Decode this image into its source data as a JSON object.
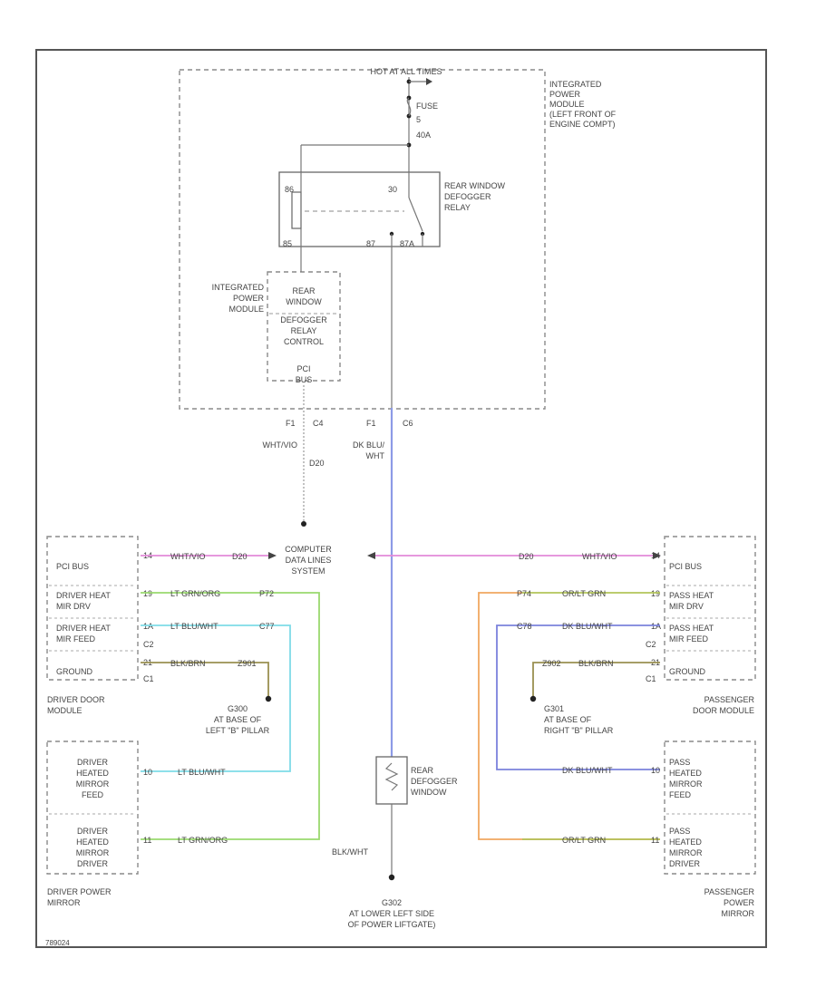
{
  "labels": {
    "hot_at_all_times": "HOT AT ALL TIMES",
    "fuse": "FUSE",
    "fuse_num": "5",
    "fuse_amp": "40A",
    "ipm_top": [
      "INTEGRATED",
      "POWER",
      "MODULE",
      "(LEFT FRONT OF",
      "ENGINE COMPT)"
    ],
    "relay": [
      "REAR WINDOW",
      "DEFOGGER",
      "RELAY"
    ],
    "relay_pin_86": "86",
    "relay_pin_30": "30",
    "relay_pin_85": "85",
    "relay_pin_87": "87",
    "relay_pin_87a": "87A",
    "ipm_left": [
      "INTEGRATED",
      "POWER",
      "MODULE"
    ],
    "control": [
      "REAR",
      "WINDOW",
      "DEFOGGER",
      "RELAY",
      "CONTROL"
    ],
    "pci_bus": [
      "PCI",
      "BUS"
    ],
    "conn_f1_left": "F1",
    "conn_c4": "C4",
    "conn_f1_right": "F1",
    "conn_c6": "C6",
    "wire_wht_vio": "WHT/VIO",
    "wire_d20_top": "D20",
    "wire_dk_blu_wht": [
      "DK BLU/",
      "WHT"
    ],
    "cds": [
      "COMPUTER",
      "DATA LINES",
      "SYSTEM"
    ],
    "left_module_items": [
      "PCI BUS",
      "DRIVER HEAT",
      "MIR DRV",
      "DRIVER HEAT",
      "MIR FEED",
      "GROUND"
    ],
    "left_pins": [
      "14",
      "19",
      "1A",
      "21"
    ],
    "left_conn": [
      "C2",
      "C1"
    ],
    "left_wires": [
      "WHT/VIO",
      "D20",
      "LT GRN/ORG",
      "P72",
      "LT BLU/WHT",
      "C77",
      "BLK/BRN",
      "Z901"
    ],
    "driver_door_module": [
      "DRIVER DOOR",
      "MODULE"
    ],
    "g300": [
      "G300",
      "AT BASE OF",
      "LEFT \"B\" PILLAR"
    ],
    "driver_mirror_items": [
      "DRIVER",
      "HEATED",
      "MIRROR",
      "FEED",
      "DRIVER",
      "HEATED",
      "MIRROR",
      "DRIVER"
    ],
    "driver_mirror_pins": [
      "10",
      "11"
    ],
    "driver_mirror_wires": [
      "LT BLU/WHT",
      "LT GRN/ORG"
    ],
    "driver_power_mirror": [
      "DRIVER POWER",
      "MIRROR"
    ],
    "rear_defogger": [
      "REAR",
      "DEFOGGER",
      "WINDOW"
    ],
    "ground_wire": "BLK/WHT",
    "g302": [
      "G302",
      "AT LOWER LEFT SIDE",
      "OF POWER LIFTGATE)"
    ],
    "right_module_items": [
      "PCI BUS",
      "PASS HEAT",
      "MIR DRV",
      "PASS HEAT",
      "MIR FEED",
      "GROUND"
    ],
    "right_pins": [
      "14",
      "19",
      "1A",
      "21"
    ],
    "right_conn": [
      "C2",
      "C1"
    ],
    "right_wires": [
      "WHT/VIO",
      "D20",
      "OR/LT GRN",
      "P74",
      "DK BLU/WHT",
      "C78",
      "BLK/BRN",
      "Z902"
    ],
    "passenger_door_module": [
      "PASSENGER",
      "DOOR MODULE"
    ],
    "g301": [
      "G301",
      "AT BASE OF",
      "RIGHT \"B\" PILLAR"
    ],
    "pass_mirror_items": [
      "PASS",
      "HEATED",
      "MIRROR",
      "FEED",
      "PASS",
      "HEATED",
      "MIRROR",
      "DRIVER"
    ],
    "pass_mirror_pins": [
      "10",
      "11"
    ],
    "pass_mirror_wires": [
      "DK BLU/WHT",
      "OR/LT GRN"
    ],
    "passenger_power_mirror": [
      "PASSENGER",
      "POWER",
      "MIRROR"
    ],
    "figure_id": "789024"
  },
  "colors": {
    "magenta": "#e28ad8",
    "lt_grn": "#9ad96e",
    "lt_blu": "#7fdbe8",
    "dk_blu": "#7b82dc",
    "orange": "#f0a860",
    "olive": "#9a9050",
    "gray": "#8a8a8a",
    "blue_feed": "#8d9be6"
  }
}
